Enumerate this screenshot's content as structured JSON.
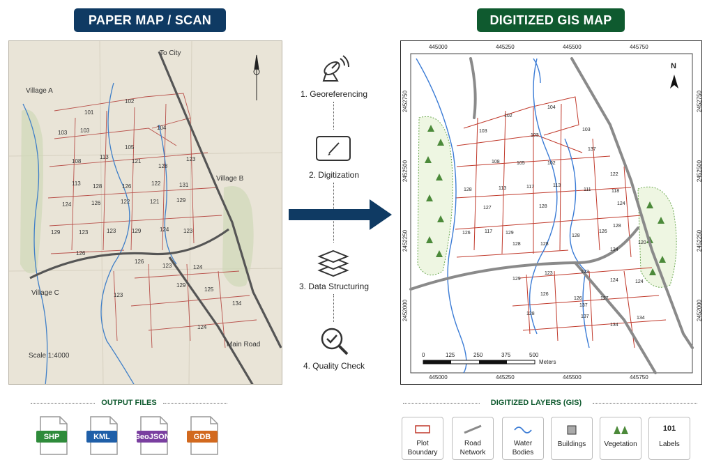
{
  "titles": {
    "paper": "PAPER MAP / SCAN",
    "gis": "DIGITIZED GIS MAP"
  },
  "paper_map": {
    "labels": {
      "to_city": "To City",
      "village_a": "Village A",
      "village_b": "Village B",
      "village_c": "Village C",
      "main_road": "Main Road",
      "scale": "Scale 1:4000"
    },
    "plots": [
      "101",
      "102",
      "103",
      "103",
      "104",
      "105",
      "108",
      "113",
      "121",
      "128",
      "123",
      "113",
      "128",
      "126",
      "122",
      "131",
      "124",
      "126",
      "122",
      "121",
      "129",
      "129",
      "123",
      "123",
      "129",
      "124",
      "123",
      "126",
      "126",
      "123",
      "124",
      "129",
      "125",
      "123",
      "134",
      "124"
    ]
  },
  "workflow": {
    "steps": [
      "1. Georeferencing",
      "2. Digitization",
      "3. Data Structuring",
      "4. Quality Check"
    ],
    "icons": [
      "satellite-dish-icon",
      "tablet-pen-icon",
      "layers-icon",
      "magnifier-check-icon"
    ]
  },
  "gis_map": {
    "north": "N",
    "x_ticks": [
      "445000",
      "445250",
      "445500",
      "445750"
    ],
    "y_ticks": [
      "2452750",
      "2452500",
      "2452250",
      "2452000"
    ],
    "scale_ticks": [
      "0",
      "125",
      "250",
      "375",
      "500"
    ],
    "scale_unit": "Meters",
    "plots": [
      "103",
      "102",
      "103",
      "104",
      "103",
      "108",
      "105",
      "102",
      "137",
      "113",
      "122",
      "111",
      "118",
      "128",
      "113",
      "117",
      "128",
      "127",
      "126",
      "129",
      "117",
      "128",
      "128",
      "128",
      "126",
      "124",
      "128",
      "120",
      "134",
      "123",
      "129",
      "123",
      "124",
      "126",
      "126",
      "127",
      "137",
      "124",
      "128",
      "137",
      "134",
      "134"
    ]
  },
  "output_files": {
    "heading": "OUTPUT FILES",
    "files": [
      {
        "label": "SHP",
        "color": "#2e8b3a"
      },
      {
        "label": "KML",
        "color": "#1f5fa8"
      },
      {
        "label": "GeoJSON",
        "color": "#7a3fa0"
      },
      {
        "label": "GDB",
        "color": "#d2691e"
      }
    ]
  },
  "layers": {
    "heading": "DIGITIZED LAYERS (GIS)",
    "items": [
      {
        "label_1": "Plot",
        "label_2": "Boundary"
      },
      {
        "label_1": "Road",
        "label_2": "Network"
      },
      {
        "label_1": "Water",
        "label_2": "Bodies"
      },
      {
        "label_1": "Buildings",
        "label_2": ""
      },
      {
        "label_1": "Vegetation",
        "label_2": ""
      },
      {
        "label_1": "Labels",
        "label_2": "",
        "sample": "101"
      }
    ]
  },
  "colors": {
    "navy": "#0f3a63",
    "green": "#0f5a2f",
    "plot_red": "#c0392b",
    "water_blue": "#3a7bd5",
    "road_gray": "#8a8a8a"
  }
}
